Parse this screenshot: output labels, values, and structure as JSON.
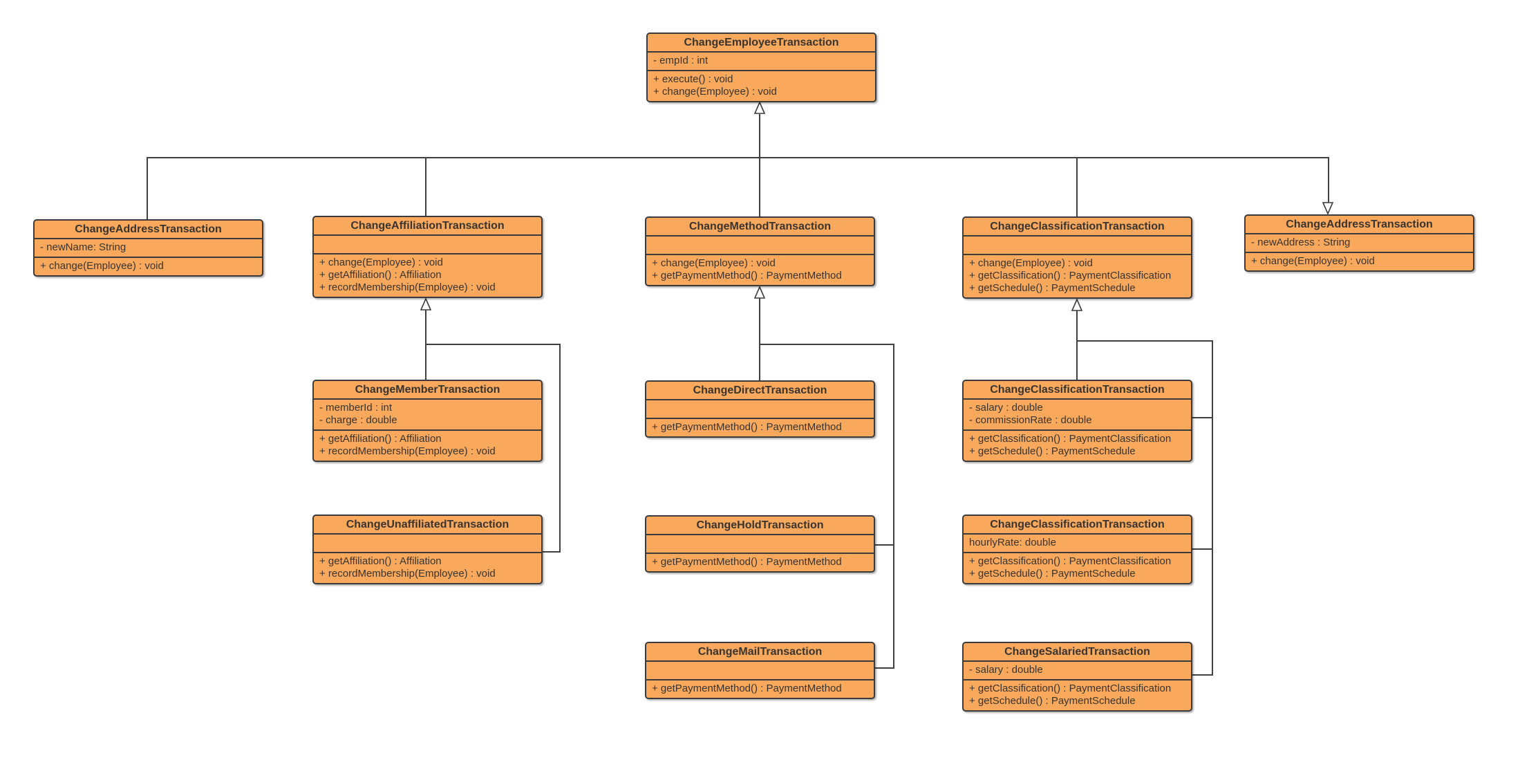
{
  "diagram": {
    "type": "uml-class-diagram",
    "colors": {
      "class_fill": "#F9A85C",
      "class_border": "#3B3B3B",
      "connector": "#3F3F3F",
      "background": "#FFFFFF",
      "text": "#383430"
    }
  },
  "classes": [
    {
      "title": "ChangeEmployeeTransaction",
      "attributes": [
        "- empId : int"
      ],
      "methods": [
        "+ execute() : void",
        "+ change(Employee) : void"
      ]
    },
    {
      "title": "ChangeAddressTransaction",
      "attributes": [
        "- newName: String"
      ],
      "methods": [
        "+ change(Employee) : void"
      ]
    },
    {
      "title": "ChangeAffiliationTransaction",
      "attributes": [],
      "methods": [
        "+ change(Employee) : void",
        "+ getAffiliation() : Affiliation",
        "+ recordMembership(Employee) : void"
      ]
    },
    {
      "title": "ChangeMethodTransaction",
      "attributes": [],
      "methods": [
        "+ change(Employee) : void",
        "+ getPaymentMethod() : PaymentMethod"
      ]
    },
    {
      "title": "ChangeClassificationTransaction",
      "attributes": [],
      "methods": [
        "+ change(Employee) : void",
        "+ getClassification() : PaymentClassification",
        "+ getSchedule() : PaymentSchedule"
      ]
    },
    {
      "title": "ChangeAddressTransaction",
      "attributes": [
        "- newAddress : String"
      ],
      "methods": [
        "+ change(Employee) : void"
      ]
    },
    {
      "title": "ChangeMemberTransaction",
      "attributes": [
        "- memberId : int",
        "- charge : double"
      ],
      "methods": [
        "+ getAffiliation() : Affiliation",
        "+ recordMembership(Employee) : void"
      ]
    },
    {
      "title": "ChangeDirectTransaction",
      "attributes": [],
      "methods": [
        "+ getPaymentMethod() : PaymentMethod"
      ]
    },
    {
      "title": "ChangeClassificationTransaction",
      "attributes": [
        "- salary : double",
        "- commissionRate : double"
      ],
      "methods": [
        "+ getClassification() : PaymentClassification",
        "+ getSchedule() : PaymentSchedule"
      ]
    },
    {
      "title": "ChangeUnaffiliatedTransaction",
      "attributes": [],
      "methods": [
        "+ getAffiliation() : Affiliation",
        "+ recordMembership(Employee) : void"
      ]
    },
    {
      "title": "ChangeHoldTransaction",
      "attributes": [],
      "methods": [
        "+ getPaymentMethod() : PaymentMethod"
      ]
    },
    {
      "title": "ChangeClassificationTransaction",
      "attributes": [
        "hourlyRate: double"
      ],
      "methods": [
        "+ getClassification() : PaymentClassification",
        "+ getSchedule() : PaymentSchedule"
      ]
    },
    {
      "title": "ChangeMailTransaction",
      "attributes": [],
      "methods": [
        "+ getPaymentMethod() : PaymentMethod"
      ]
    },
    {
      "title": "ChangeSalariedTransaction",
      "attributes": [
        "- salary : double"
      ],
      "methods": [
        "+ getClassification() : PaymentClassification",
        "+ getSchedule() : PaymentSchedule"
      ]
    }
  ],
  "relationships": [
    {
      "from": "ChangeAddressTransaction (newName)",
      "to": "ChangeEmployeeTransaction",
      "type": "generalization"
    },
    {
      "from": "ChangeAffiliationTransaction",
      "to": "ChangeEmployeeTransaction",
      "type": "generalization"
    },
    {
      "from": "ChangeMethodTransaction",
      "to": "ChangeEmployeeTransaction",
      "type": "generalization"
    },
    {
      "from": "ChangeClassificationTransaction",
      "to": "ChangeEmployeeTransaction",
      "type": "generalization"
    },
    {
      "from": "ChangeEmployeeTransaction",
      "to": "ChangeAddressTransaction (newAddress)",
      "type": "generalization"
    },
    {
      "from": "ChangeMemberTransaction",
      "to": "ChangeAffiliationTransaction",
      "type": "generalization"
    },
    {
      "from": "ChangeUnaffiliatedTransaction",
      "to": "ChangeAffiliationTransaction",
      "type": "generalization"
    },
    {
      "from": "ChangeDirectTransaction",
      "to": "ChangeMethodTransaction",
      "type": "generalization"
    },
    {
      "from": "ChangeHoldTransaction",
      "to": "ChangeMethodTransaction",
      "type": "generalization"
    },
    {
      "from": "ChangeMailTransaction",
      "to": "ChangeMethodTransaction",
      "type": "generalization"
    },
    {
      "from": "ChangeClassificationTransaction (commissioned)",
      "to": "ChangeClassificationTransaction",
      "type": "generalization"
    },
    {
      "from": "ChangeClassificationTransaction (hourly)",
      "to": "ChangeClassificationTransaction",
      "type": "generalization"
    },
    {
      "from": "ChangeSalariedTransaction",
      "to": "ChangeClassificationTransaction",
      "type": "generalization"
    }
  ]
}
